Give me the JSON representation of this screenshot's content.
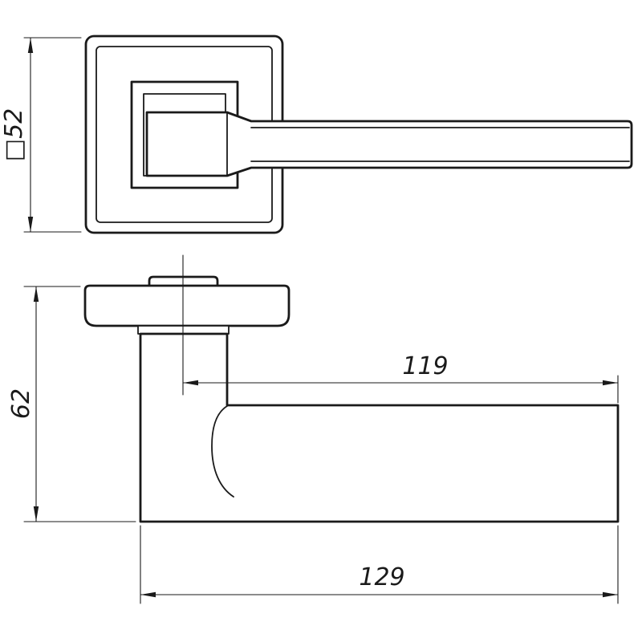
{
  "dimensions": {
    "rosette_size": "□52",
    "handle_height": "62",
    "grip_length": "119",
    "total_length": "129"
  },
  "colors": {
    "line": "#1a1a1a",
    "background": "#ffffff"
  }
}
